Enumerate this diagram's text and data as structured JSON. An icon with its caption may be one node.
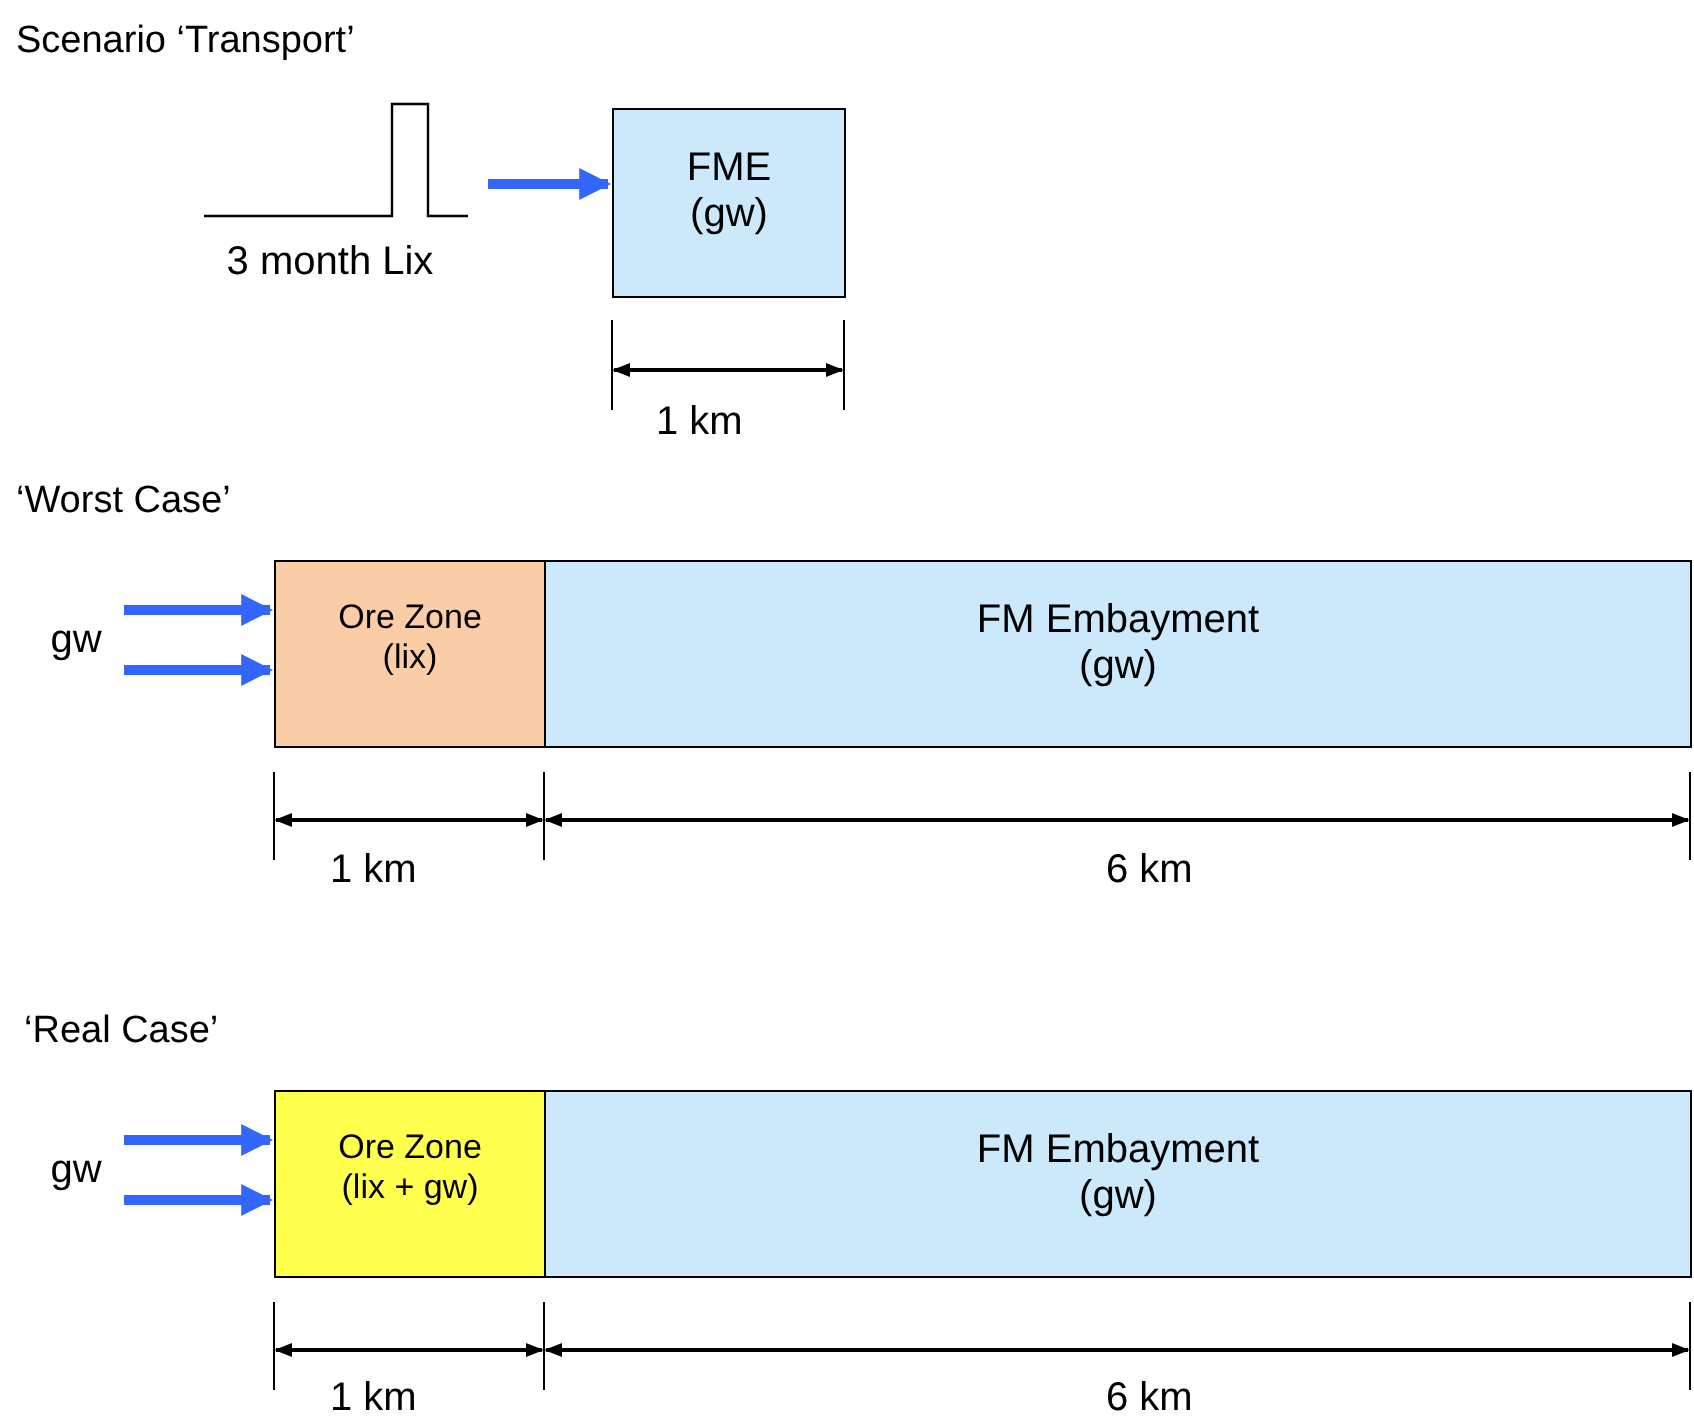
{
  "diagram": {
    "nodes": [
      {
        "text": [
          "3 month Lix"
        ]
      },
      {
        "text": [
          "FME (gw)"
        ]
      },
      {
        "text": [
          "gw"
        ]
      },
      {
        "text": [
          "Ore Zone (lix)"
        ]
      },
      {
        "text": [
          "FM Embayment (gw)"
        ]
      },
      {
        "text": [
          "gw"
        ]
      },
      {
        "text": [
          "Ore Zone (lix + gw)"
        ]
      },
      {
        "text": [
          "FM Embayment (gw)"
        ]
      }
    ],
    "edges": [
      {
        "from": 0,
        "to": 1,
        "arrow": "to"
      },
      {
        "from": 2,
        "to": 3,
        "arrow": "to"
      },
      {
        "from": 2,
        "to": 3,
        "arrow": "to"
      },
      {
        "from": 5,
        "to": 6,
        "arrow": "to"
      },
      {
        "from": 5,
        "to": 6,
        "arrow": "to"
      }
    ],
    "labels": [
      "Scenario ‘Transport’",
      "1 km",
      "‘Worst Case’",
      "1 km",
      "6 km",
      "‘Real Case’",
      "1 km",
      "6 km"
    ]
  }
}
